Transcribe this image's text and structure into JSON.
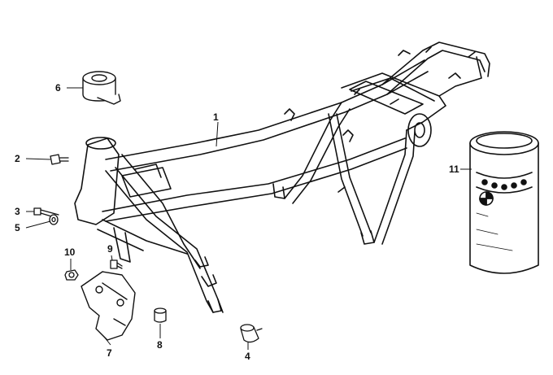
{
  "diagram": {
    "callouts": [
      {
        "id": "c1",
        "label": "1"
      },
      {
        "id": "c2",
        "label": "2"
      },
      {
        "id": "c3",
        "label": "3"
      },
      {
        "id": "c4",
        "label": "4"
      },
      {
        "id": "c5",
        "label": "5"
      },
      {
        "id": "c6",
        "label": "6"
      },
      {
        "id": "c7",
        "label": "7"
      },
      {
        "id": "c8",
        "label": "8"
      },
      {
        "id": "c9",
        "label": "9"
      },
      {
        "id": "c10",
        "label": "10"
      },
      {
        "id": "c11",
        "label": "11"
      }
    ]
  }
}
